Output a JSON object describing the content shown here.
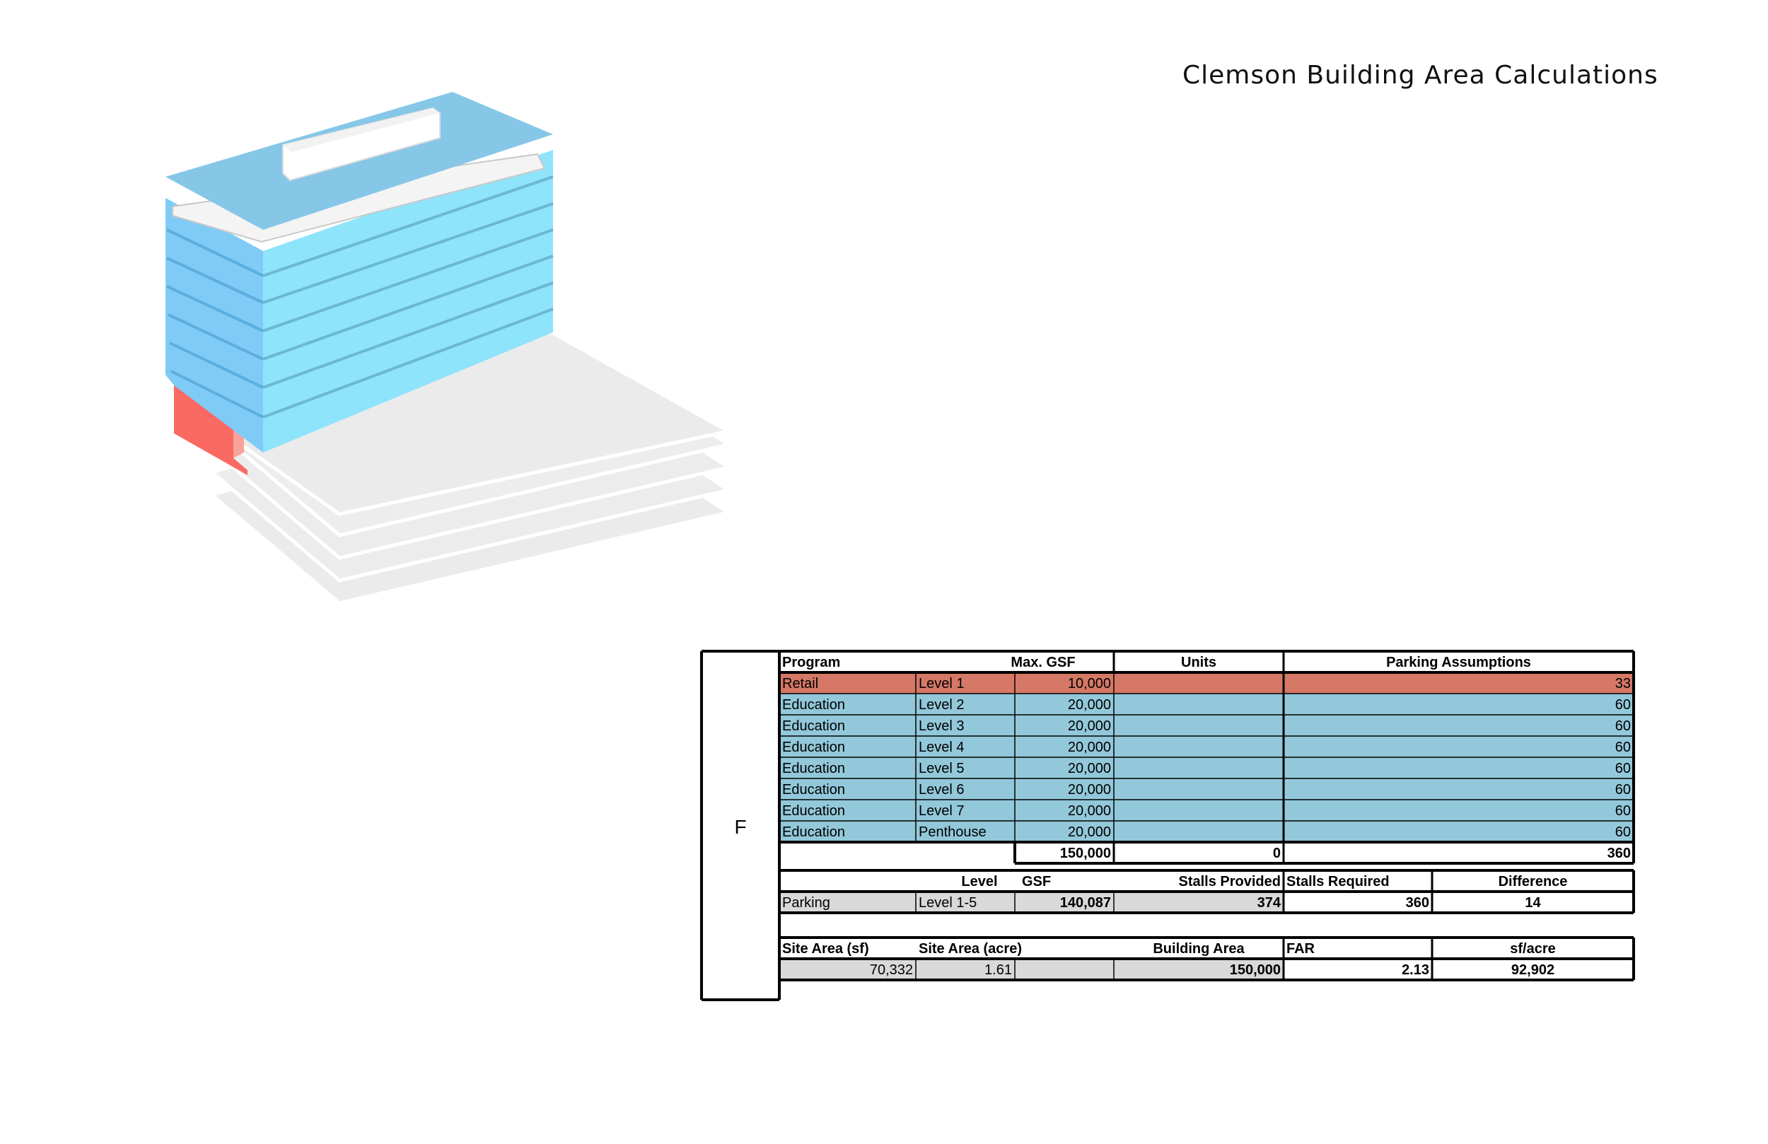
{
  "page": {
    "title": "Clemson Building Area Calculations"
  },
  "colors": {
    "retail": "#d57866",
    "education": "#92c8da",
    "grey": "#d9d9d9",
    "tower_face": "#86d2f8",
    "tower_side": "#67cbf4",
    "retail_mass": "#fb6a62",
    "parking_deck": "#ececec",
    "border": "#000000"
  },
  "table": {
    "option_label": "F",
    "program": {
      "headers": {
        "program": "Program",
        "max_gsf": "Max. GSF",
        "units": "Units",
        "parking": "Parking Assumptions"
      },
      "rows": [
        {
          "program": "Retail",
          "level": "Level 1",
          "gsf": "10,000",
          "units": "",
          "parking": "33",
          "type": "retail"
        },
        {
          "program": "Education",
          "level": "Level 2",
          "gsf": "20,000",
          "units": "",
          "parking": "60",
          "type": "education"
        },
        {
          "program": "Education",
          "level": "Level 3",
          "gsf": "20,000",
          "units": "",
          "parking": "60",
          "type": "education"
        },
        {
          "program": "Education",
          "level": "Level 4",
          "gsf": "20,000",
          "units": "",
          "parking": "60",
          "type": "education"
        },
        {
          "program": "Education",
          "level": "Level 5",
          "gsf": "20,000",
          "units": "",
          "parking": "60",
          "type": "education"
        },
        {
          "program": "Education",
          "level": "Level 6",
          "gsf": "20,000",
          "units": "",
          "parking": "60",
          "type": "education"
        },
        {
          "program": "Education",
          "level": "Level 7",
          "gsf": "20,000",
          "units": "",
          "parking": "60",
          "type": "education"
        },
        {
          "program": "Education",
          "level": "Penthouse",
          "gsf": "20,000",
          "units": "",
          "parking": "60",
          "type": "education"
        }
      ],
      "totals": {
        "gsf": "150,000",
        "units": "0",
        "parking": "360"
      }
    },
    "parking": {
      "headers": {
        "level": "Level",
        "gsf": "GSF",
        "stalls_provided": "Stalls Provided",
        "stalls_required": "Stalls Required",
        "difference": "Difference"
      },
      "row": {
        "program": "Parking",
        "level": "Level 1-5",
        "gsf": "140,087",
        "stalls_provided": "374",
        "stalls_required": "360",
        "difference": "14"
      }
    },
    "site": {
      "headers": {
        "site_area_sf": "Site Area (sf)",
        "site_area_acre": "Site Area (acre)",
        "building_area": "Building Area",
        "far": "FAR",
        "sf_acre": "sf/acre"
      },
      "row": {
        "site_area_sf": "70,332",
        "site_area_acre": "1.61",
        "building_area": "150,000",
        "far": "2.13",
        "sf_acre": "92,902"
      }
    }
  }
}
